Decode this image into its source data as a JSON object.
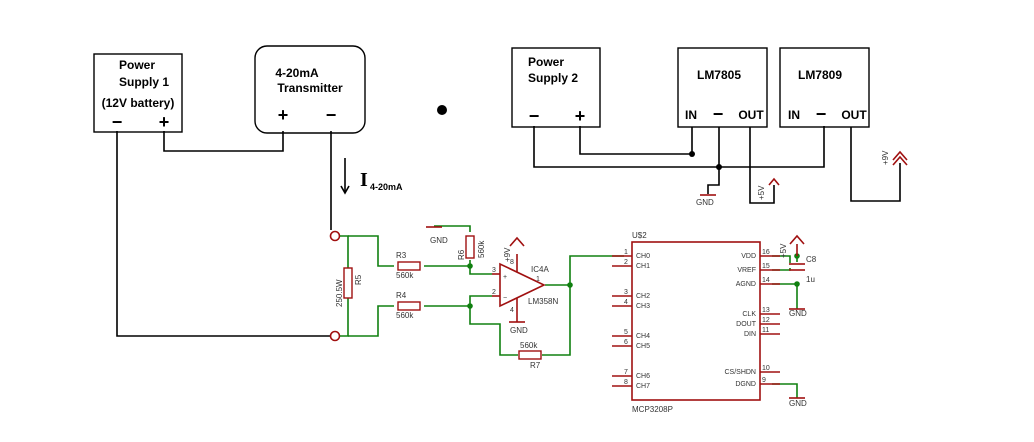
{
  "blocks": {
    "ps1": {
      "line1": "Power",
      "line2": "Supply 1",
      "line3": "(12V battery)",
      "minus": "−",
      "plus": "+"
    },
    "tx": {
      "line1": "4-20mA",
      "line2": "Transmitter",
      "plus": "+",
      "minus": "−"
    },
    "ps2": {
      "line1": "Power",
      "line2": "Supply 2",
      "minus": "−",
      "plus": "+"
    },
    "lm7805": {
      "name": "LM7805",
      "in": "IN",
      "out": "OUT"
    },
    "lm7809": {
      "name": "LM7809",
      "in": "IN",
      "out": "OUT"
    }
  },
  "current_label": {
    "main": "I",
    "sub": "4-20mA"
  },
  "components": {
    "r5": {
      "name": "R5",
      "value": "250.5W"
    },
    "r3": {
      "name": "R3",
      "value": "560k"
    },
    "r4": {
      "name": "R4",
      "value": "560k"
    },
    "r6": {
      "name": "R6",
      "value": "560k"
    },
    "r7": {
      "name": "R7",
      "value": "560k"
    },
    "opamp": {
      "name": "IC4A",
      "part": "LM358N",
      "pin_plus": "3",
      "pin_minus": "2",
      "pin_out": "1",
      "pin_vcc": "8",
      "pin_gnd": "4"
    },
    "c8": {
      "name": "C8",
      "value": "1u"
    }
  },
  "supplies": {
    "gnd": "GND",
    "v9": "+9V",
    "v5": "+5V"
  },
  "adc": {
    "ref": "U$2",
    "part": "MCP3208P",
    "left_pins": [
      {
        "num": "1",
        "name": "CH0"
      },
      {
        "num": "2",
        "name": "CH1"
      },
      {
        "num": "3",
        "name": "CH2"
      },
      {
        "num": "4",
        "name": "CH3"
      },
      {
        "num": "5",
        "name": "CH4"
      },
      {
        "num": "6",
        "name": "CH5"
      },
      {
        "num": "7",
        "name": "CH6"
      },
      {
        "num": "8",
        "name": "CH7"
      }
    ],
    "right_pins": [
      {
        "num": "16",
        "name": "VDD"
      },
      {
        "num": "15",
        "name": "VREF"
      },
      {
        "num": "14",
        "name": "AGND"
      },
      {
        "num": "13",
        "name": "CLK"
      },
      {
        "num": "12",
        "name": "DOUT"
      },
      {
        "num": "11",
        "name": "DIN"
      },
      {
        "num": "10",
        "name": "CS/SHDN"
      },
      {
        "num": "9",
        "name": "DGND"
      }
    ]
  },
  "colors": {
    "wire_green": "#108010",
    "part_red": "#a01010",
    "wire_black": "#000000"
  }
}
